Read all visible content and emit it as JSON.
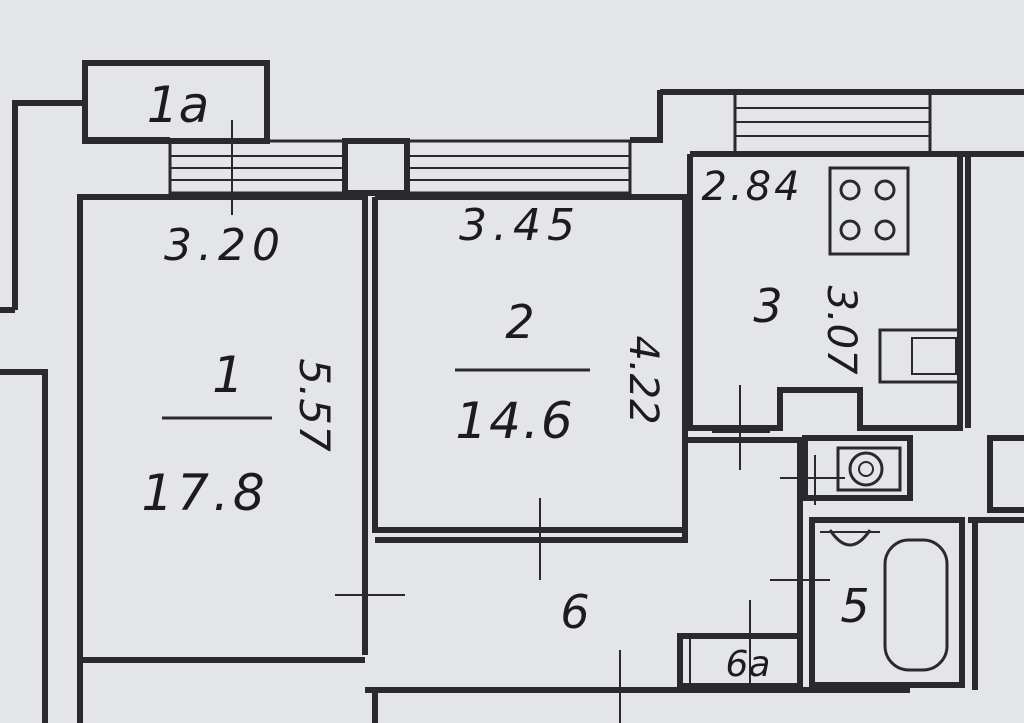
{
  "labels": {
    "balcony": "1a",
    "room1_width": "3.20",
    "room1_number": "1",
    "room1_area": "17.8",
    "room1_length": "5.57",
    "room2_width": "3.45",
    "room2_number": "2",
    "room2_area": "14.6",
    "room2_length": "4.22",
    "kitchen_width": "2.84",
    "kitchen_number": "3",
    "kitchen_length": "3.07",
    "bathroom_number": "5",
    "hall_number": "6",
    "closet_number": "6a"
  },
  "colors": {
    "background": "#e4e5e8",
    "ink": "#2a2a2c"
  }
}
